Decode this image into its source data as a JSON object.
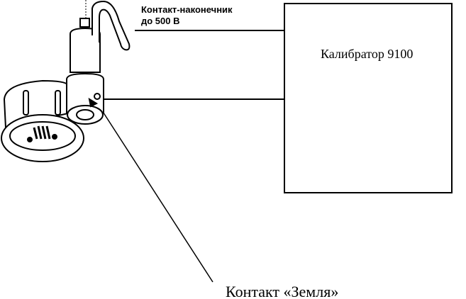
{
  "probe_label_line1": "Контакт-наконечник",
  "probe_label_line2": "до 500 В",
  "calibrator_label": "Калибратор 9100",
  "ground_label": "Контакт «Земля»"
}
